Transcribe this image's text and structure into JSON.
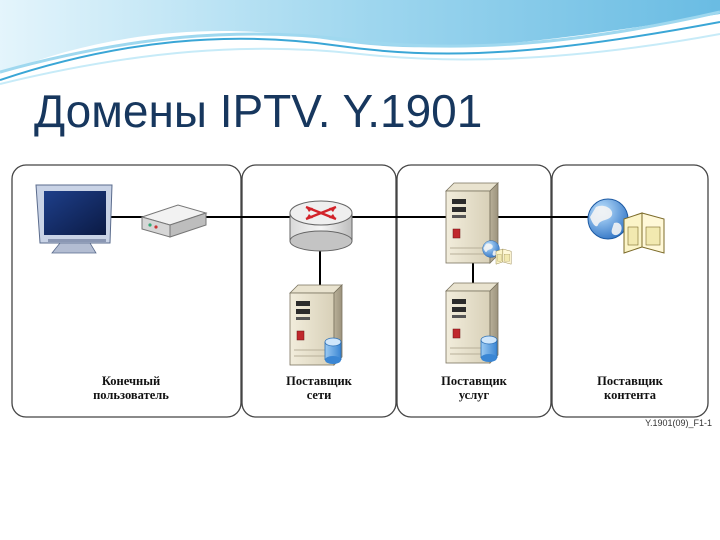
{
  "title": "Домены IPTV. Y.1901",
  "colors": {
    "title": "#17375e",
    "wave_light": "#bfe6f5",
    "wave_mid": "#5fb7e0",
    "panel_border": "#444444",
    "link_line": "#000000"
  },
  "domains": [
    {
      "id": "end-user",
      "line1": "Конечный",
      "line2": "пользователь",
      "icons": [
        "monitor-icon",
        "set-top-box-icon"
      ]
    },
    {
      "id": "network-provider",
      "line1": "Поставщик",
      "line2": "сети",
      "icons": [
        "router-icon",
        "server-icon",
        "database-icon"
      ]
    },
    {
      "id": "service-provider",
      "line1": "Поставщик",
      "line2": "услуг",
      "icons": [
        "server-icon",
        "globe-icon",
        "book-icon",
        "database-icon"
      ]
    },
    {
      "id": "content-provider",
      "line1": "Поставщик",
      "line2": "контента",
      "icons": [
        "globe-icon",
        "book-icon"
      ]
    }
  ],
  "figure_code": "Y.1901(09)_F1-1"
}
